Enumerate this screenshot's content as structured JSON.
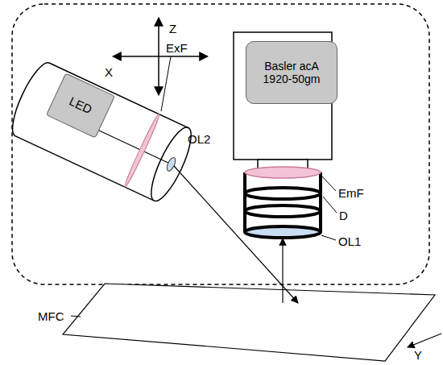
{
  "diagram": {
    "nodes": [
      {
        "text": [
          "LED"
        ]
      },
      {
        "text": [
          "Basler acA 1920-50gm"
        ]
      }
    ],
    "labels": [
      "Z",
      "X",
      "ExF",
      "OL2",
      "EmF",
      "D",
      "OL1",
      "MFC",
      "Y"
    ]
  }
}
